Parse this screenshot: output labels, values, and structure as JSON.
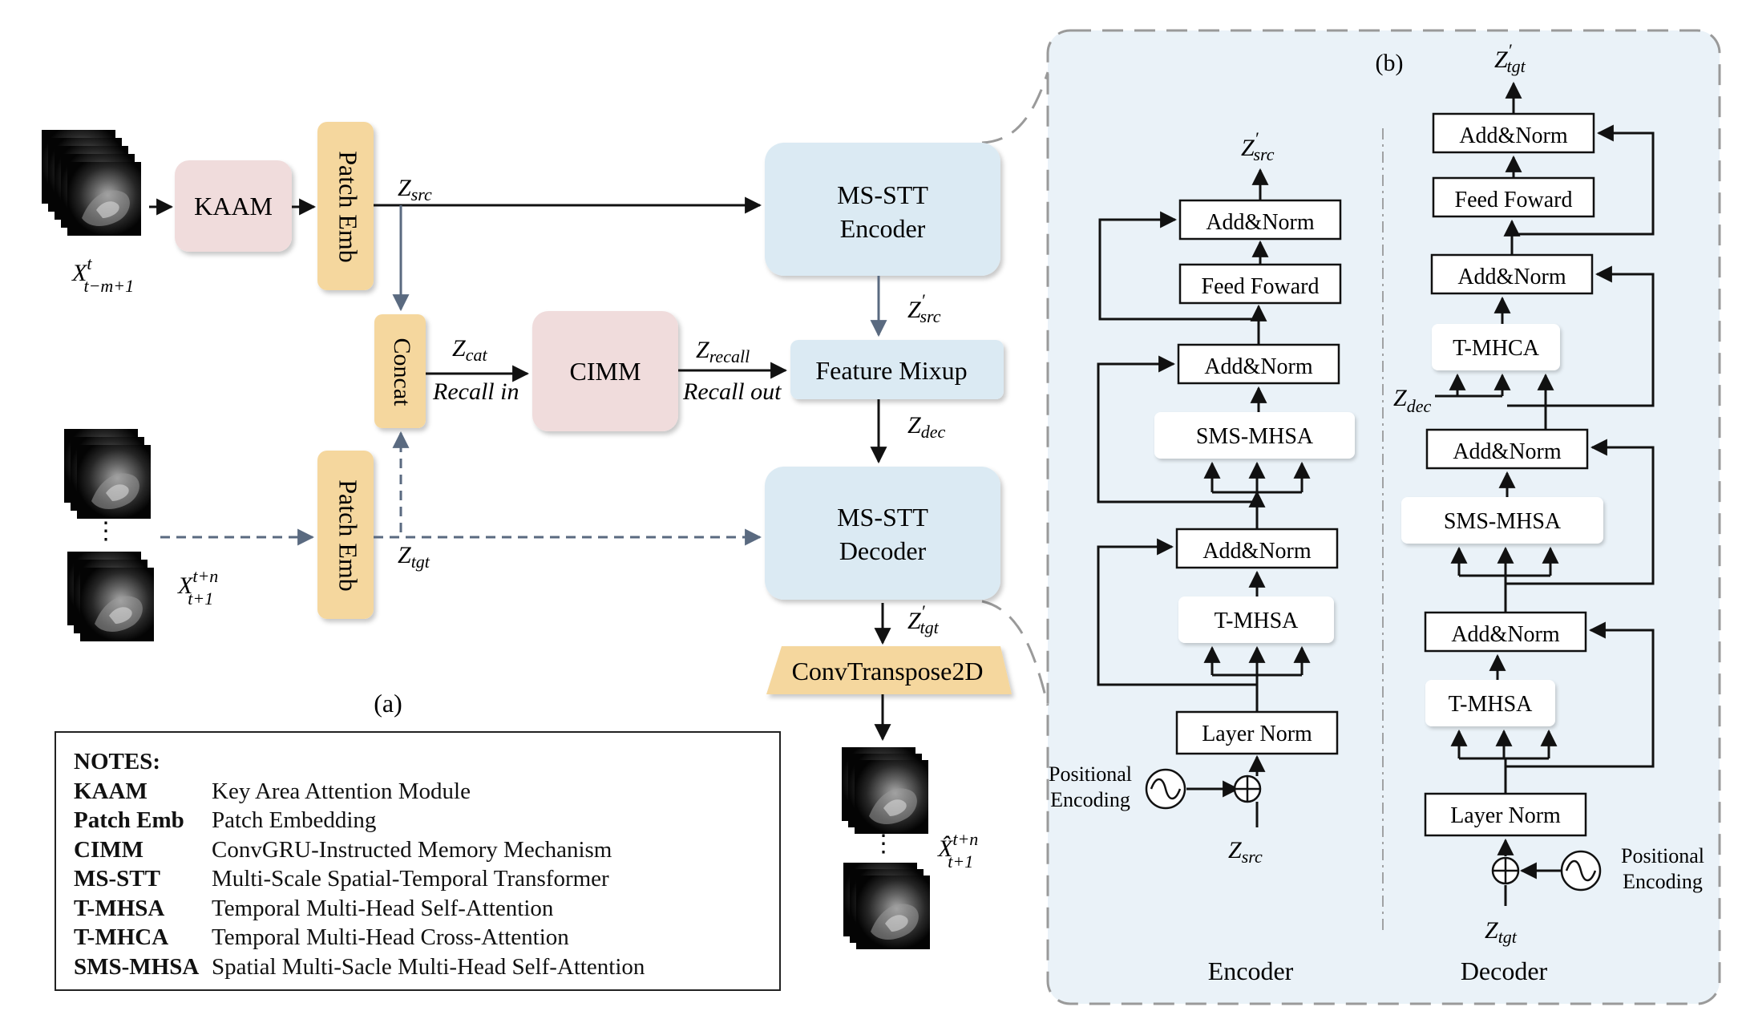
{
  "panel_a": {
    "caption": "(a)",
    "blocks": {
      "kaam": "KAAM",
      "patch_emb_top": "Patch Emb",
      "patch_emb_bottom": "Patch Emb",
      "concat": "Concat",
      "cimm": "CIMM",
      "encoder": [
        "MS-STT",
        "Encoder"
      ],
      "feature_mixup": "Feature Mixup",
      "decoder": [
        "MS-STT",
        "Decoder"
      ],
      "conv_transpose": "ConvTranspose2D"
    },
    "labels": {
      "input_top": "X",
      "input_top_sup": "t",
      "input_top_sub": "t−m+1",
      "input_bottom": "X",
      "input_bottom_sup": "t+n",
      "input_bottom_sub": "t+1",
      "output": "X̂",
      "output_sup": "t+n",
      "output_sub": "t+1",
      "z_src": "Z",
      "z_src_sub": "src",
      "z_src_prime": "Z",
      "z_src_prime_sub": "src",
      "z_cat": "Z",
      "z_cat_sub": "cat",
      "recall_in": "Recall in",
      "z_recall": "Z",
      "z_recall_sub": "recall",
      "recall_out": "Recall out",
      "z_dec": "Z",
      "z_dec_sub": "dec",
      "z_tgt": "Z",
      "z_tgt_sub": "tgt",
      "z_tgt_prime": "Z",
      "z_tgt_prime_sub": "tgt",
      "prime": "′",
      "ellipsis": "⋮"
    }
  },
  "panel_b": {
    "caption": "(b)",
    "encoder": {
      "title": "Encoder",
      "blocks": [
        "Add&Norm",
        "Feed Foward",
        "Add&Norm",
        "SMS-MHSA",
        "Add&Norm",
        "T-MHSA",
        "Layer Norm"
      ],
      "pos_enc": [
        "Positional",
        "Encoding"
      ],
      "input": "Z",
      "input_sub": "src",
      "output": "Z",
      "output_sub": "src"
    },
    "decoder": {
      "title": "Decoder",
      "blocks": [
        "Add&Norm",
        "Feed Foward",
        "Add&Norm",
        "T-MHCA",
        "Add&Norm",
        "SMS-MHSA",
        "Add&Norm",
        "T-MHSA",
        "Layer Norm"
      ],
      "pos_enc": [
        "Positional",
        "Encoding"
      ],
      "input": "Z",
      "input_sub": "tgt",
      "output": "Z",
      "output_sub": "tgt",
      "cross_input": "Z",
      "cross_input_sub": "dec"
    }
  },
  "notes": {
    "title": "NOTES:",
    "rows": [
      {
        "abbr": "KAAM",
        "desc": "Key Area Attention Module"
      },
      {
        "abbr": "Patch Emb",
        "desc": "Patch Embedding"
      },
      {
        "abbr": "CIMM",
        "desc": "ConvGRU-Instructed Memory Mechanism"
      },
      {
        "abbr": "MS-STT",
        "desc": "Multi-Scale Spatial-Temporal Transformer"
      },
      {
        "abbr": "T-MHSA",
        "desc": "Temporal Multi-Head Self-Attention"
      },
      {
        "abbr": "T-MHCA",
        "desc": "Temporal Multi-Head Cross-Attention"
      },
      {
        "abbr": "SMS-MHSA",
        "desc": "Spatial Multi-Sacle Multi-Head Self-Attention"
      }
    ]
  },
  "colors": {
    "pink": "#f0dcdc",
    "yellow": "#f5d79e",
    "light_blue": "#dbeaf3",
    "panel_b_bg": "#eaf2f8",
    "arrow": "#111111",
    "dashed": "#5a6a80"
  }
}
